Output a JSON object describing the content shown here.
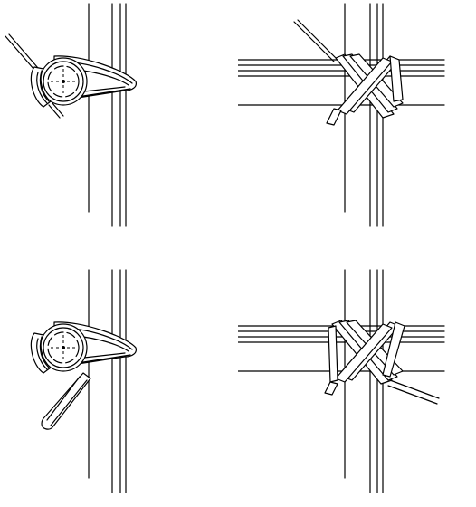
{
  "figure": {
    "panels": [
      {
        "id": "step-1",
        "description_key": "round-turn"
      },
      {
        "id": "step-2",
        "description_key": "first-diagonal-wraps"
      },
      {
        "id": "step-3",
        "description_key": "round-turn-with-loop"
      },
      {
        "id": "step-4",
        "description_key": "frapping-turns"
      }
    ]
  },
  "colors": {
    "line": "#000000",
    "background": "#ffffff"
  }
}
